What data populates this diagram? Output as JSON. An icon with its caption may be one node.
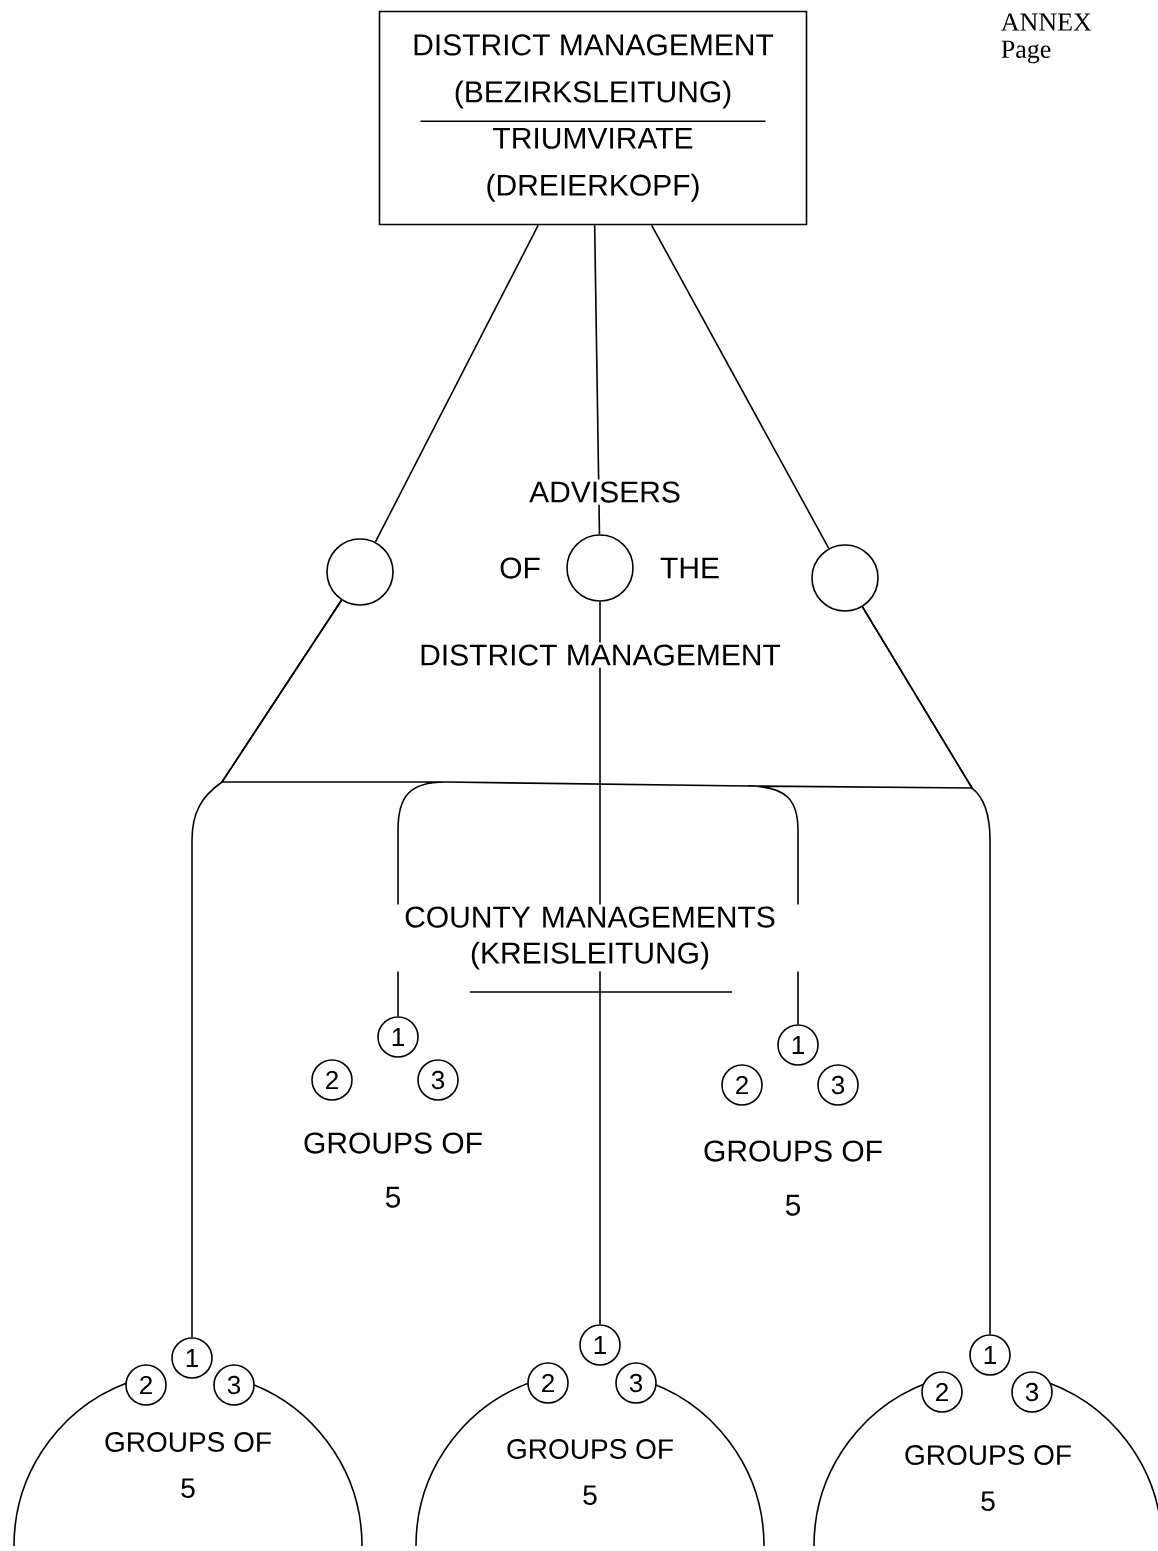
{
  "diagram": {
    "nodes": [
      {
        "text": [
          "DISTRICT MANAGEMENT (BEZIRKSLEITUNG)",
          "TRIUMVIRATE (DREIERKOPF)"
        ]
      },
      {
        "text": [],
        "shape": "circle"
      },
      {
        "text": [],
        "shape": "circle"
      },
      {
        "text": [],
        "shape": "circle"
      },
      {
        "text": [
          "1"
        ]
      },
      {
        "text": [
          "2"
        ]
      },
      {
        "text": [
          "3"
        ]
      },
      {
        "text": [
          "1"
        ]
      },
      {
        "text": [
          "2"
        ]
      },
      {
        "text": [
          "3"
        ]
      },
      {
        "text": [
          "GROUPS OF 5"
        ]
      },
      {
        "text": [
          "1"
        ]
      },
      {
        "text": [
          "2"
        ]
      },
      {
        "text": [
          "3"
        ]
      },
      {
        "text": [
          "GROUPS OF 5"
        ]
      },
      {
        "text": [
          "1"
        ]
      },
      {
        "text": [
          "2"
        ]
      },
      {
        "text": [
          "3"
        ]
      },
      {
        "text": [
          "GROUPS OF 5"
        ]
      },
      {
        "text": [
          "1"
        ]
      },
      {
        "text": [
          "2"
        ]
      },
      {
        "text": [
          "3"
        ]
      }
    ],
    "edges": [
      {
        "from": 0,
        "to": 1,
        "arrow": "none"
      },
      {
        "from": 0,
        "to": 2,
        "arrow": "none"
      },
      {
        "from": 0,
        "to": 3,
        "arrow": "none"
      },
      {
        "from": 1,
        "to": 11,
        "arrow": "none"
      },
      {
        "from": 1,
        "to": 4,
        "arrow": "none"
      },
      {
        "from": 3,
        "to": 7,
        "arrow": "none"
      },
      {
        "from": 3,
        "to": 19,
        "arrow": "none"
      },
      {
        "from": 2,
        "to": 15,
        "arrow": "none"
      }
    ],
    "labels": [
      "ANNEX",
      "Page",
      "ADVISERS",
      "OF",
      "THE",
      "DISTRICT MANAGEMENT",
      "COUNTY MANAGEMENTS (KREISLEITUNG)",
      "GROUPS OF 5",
      "GROUPS OF 5"
    ]
  }
}
